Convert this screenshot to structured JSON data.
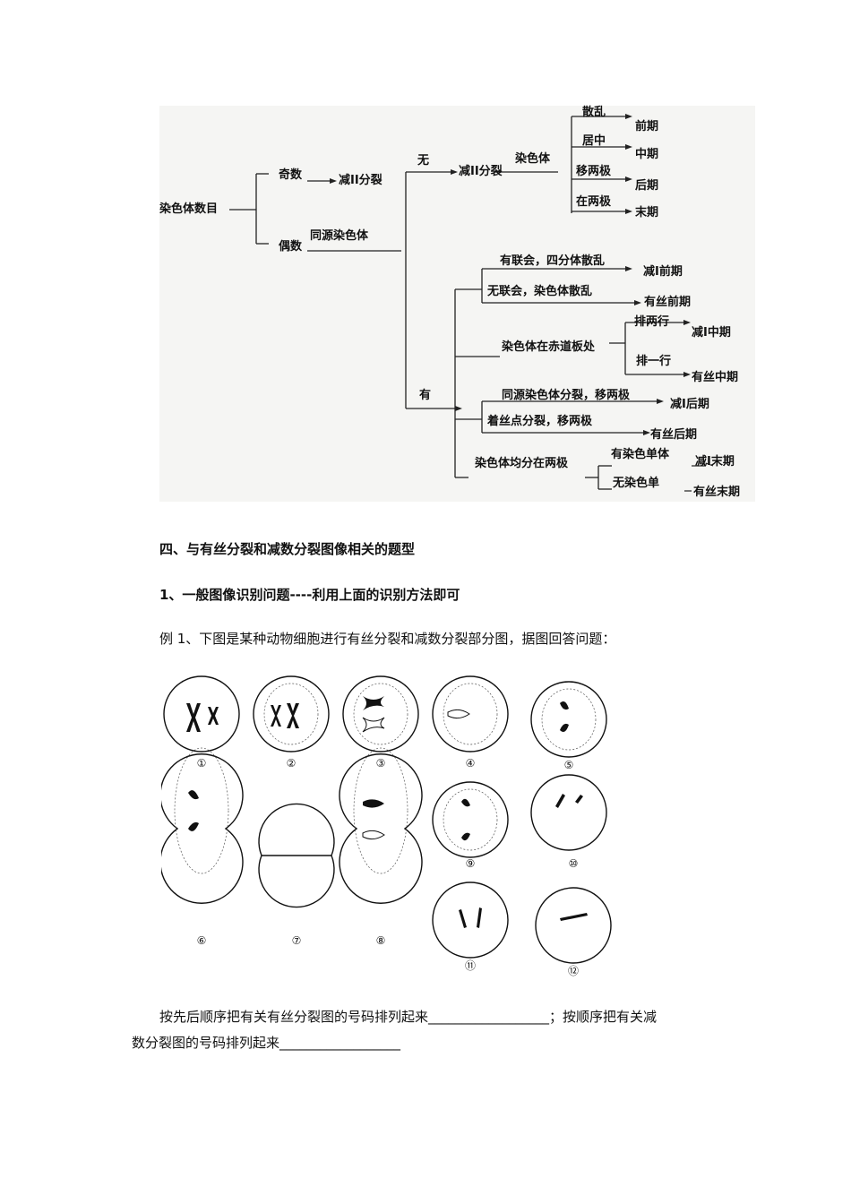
{
  "flowchart": {
    "root": "染色体数目",
    "odd": "奇数",
    "odd_result": "减II分裂",
    "even": "偶数",
    "homolog": "同源染色体",
    "none": "无",
    "none_result": "减II分裂",
    "chromosome": "染色体",
    "n1": "散乱",
    "r1": "前期",
    "n2": "居中",
    "r2": "中期",
    "n3": "移两极",
    "r3": "后期",
    "n4": "在两极",
    "r4": "末期",
    "has": "有",
    "c1": "有联会，四分体散乱",
    "c1r": "减Ⅰ前期",
    "c2": "无联会，染色体散乱",
    "c2r": "有丝前期",
    "c3": "染色体在赤道板处",
    "c3a": "排两行",
    "c3ar": "减Ⅰ中期",
    "c3b": "排一行",
    "c3br": "有丝中期",
    "c4": "同源染色体分裂，移两极",
    "c4r": "减Ⅰ后期",
    "c5": "着丝点分裂，移两极",
    "c5r": "有丝后期",
    "c6": "染色体均分在两极",
    "c6a": "有染色单体",
    "c6ar": "减Ⅰ末期",
    "c6b": "无染色单",
    "c6br": "有丝末期"
  },
  "section_title": "四、与有丝分裂和减数分裂图像相关的题型",
  "subsection_title": "1、一般图像识别问题----利用上面的识别方法即可",
  "example": "例 1、下图是某种动物细胞进行有丝分裂和减数分裂部分图，据图回答问题：",
  "cell_labels": [
    "①",
    "②",
    "③",
    "④",
    "⑤",
    "⑥",
    "⑦",
    "⑧",
    "⑨",
    "⑩",
    "⑪",
    "⑫"
  ],
  "question": {
    "line1_a": "按先后顺序把有关有丝分裂图的号码排列起来",
    "blank1": "__________________",
    "line1_b": "；按顺序把有关减",
    "line2_a": "数分裂图的号码排列起来",
    "blank2": "__________________"
  }
}
